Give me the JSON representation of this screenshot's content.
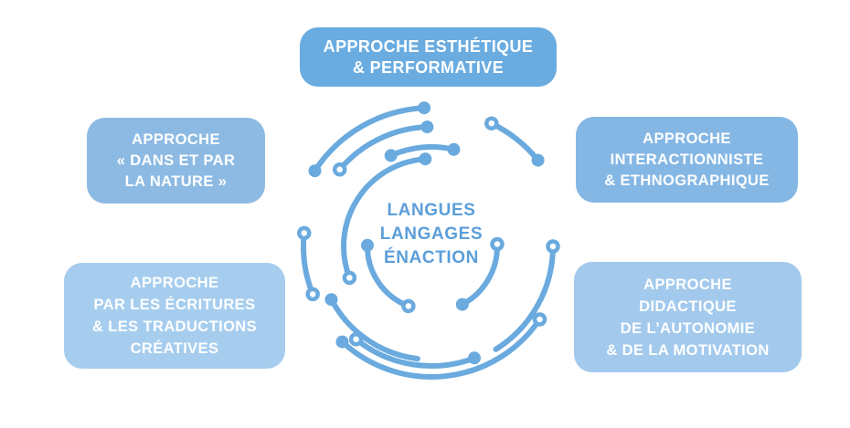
{
  "diagram": {
    "center": {
      "label": "LANGUES\nLANGAGES\nÉNACTION",
      "text_color": "#5b9ed9"
    },
    "nodes": [
      {
        "id": "top",
        "label": "APPROCHE ESTHÉTIQUE\n& PERFORMATIVE",
        "color": "#6aace0"
      },
      {
        "id": "left",
        "label": "APPROCHE\n« DANS ET PAR\nLA NATURE »",
        "color": "#8dbae3"
      },
      {
        "id": "right",
        "label": "APPROCHE\nINTERACTIONNISTE\n& ETHNOGRAPHIQUE",
        "color": "#85b7e5"
      },
      {
        "id": "bottom-left",
        "label": "APPROCHE\nPAR LES ÉCRITURES\n& LES TRADUCTIONS\nCRÉATIVES",
        "color": "#a6cdee"
      },
      {
        "id": "bottom-right",
        "label": "APPROCHE\nDIDACTIQUE\nDE L’AUTONOMIE\n& DE LA MOTIVATION",
        "color": "#a3caed"
      }
    ],
    "accent_color": "#6aaade",
    "text_on_nodes_color": "#ffffff"
  }
}
